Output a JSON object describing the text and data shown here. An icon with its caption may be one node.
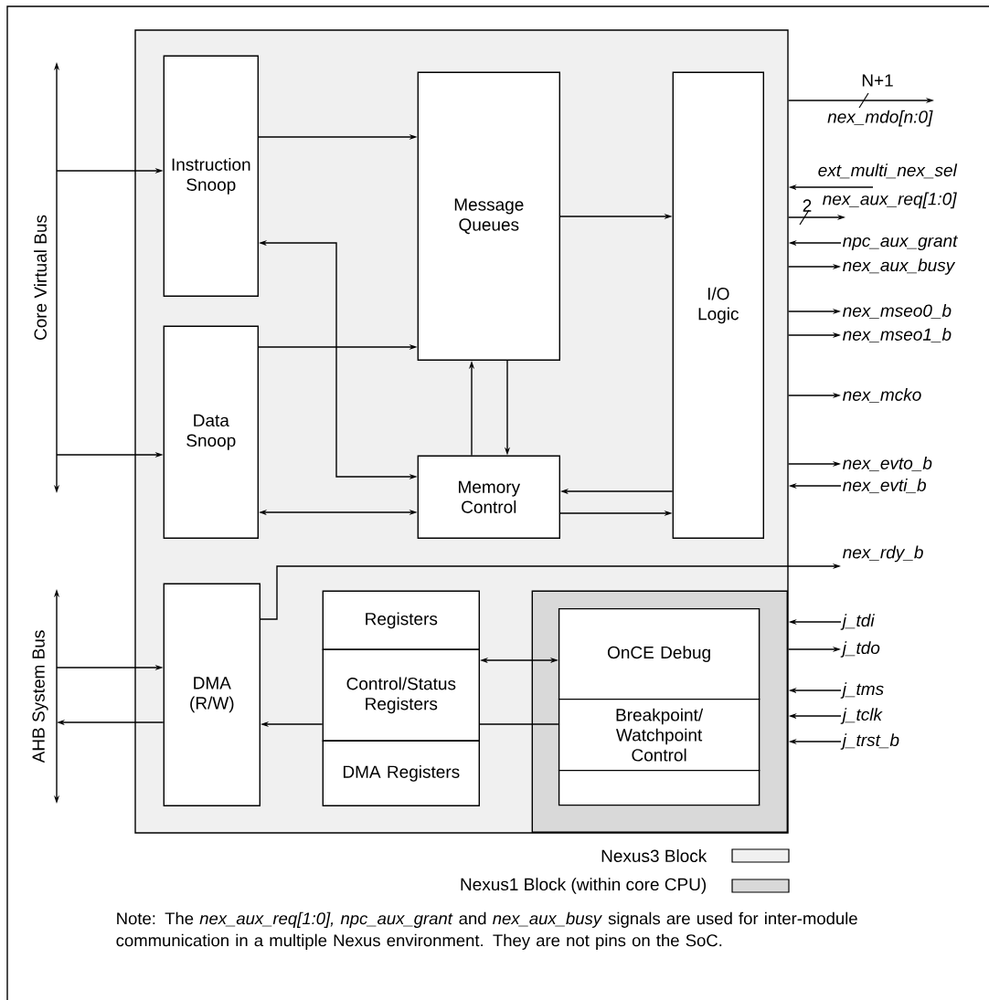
{
  "diagram": {
    "nodes": [
      {
        "text": [
          "Core Virtual Bus"
        ]
      },
      {
        "text": [],
        "shape": "box"
      },
      {
        "text": [
          "Instruction Snoop"
        ],
        "in": 1
      },
      {
        "text": [
          "Message Queues"
        ],
        "in": 1
      },
      {
        "text": [
          "I/O Logic"
        ],
        "in": 1
      },
      {
        "text": [
          "Data Snoop"
        ],
        "in": 1
      },
      {
        "text": [
          "Memory Control"
        ],
        "in": 1
      },
      {
        "text": [
          "AHB System Bus"
        ]
      },
      {
        "text": [
          "DMA (R/W)"
        ],
        "in": 1
      },
      {
        "text": [
          "Registers"
        ],
        "in": 1
      },
      {
        "text": [
          "Control/Status Registers"
        ],
        "in": 1
      },
      {
        "text": [
          "DMA Registers"
        ],
        "in": 1
      },
      {
        "text": [],
        "shape": "box",
        "in": 1
      },
      {
        "text": [
          "OnCE Debug"
        ],
        "in": 12
      },
      {
        "text": [
          "Breakpoint/ Watchpoint Control"
        ],
        "in": 12
      },
      {
        "text": [],
        "shape": "box",
        "in": 12
      },
      {
        "text": [
          "nex_mdo[n:0]"
        ]
      },
      {
        "text": [
          "ext_multi_nex_sel"
        ]
      },
      {
        "text": [
          "nex_aux_req[1:0]"
        ]
      },
      {
        "text": [
          "npc_aux_grant"
        ]
      },
      {
        "text": [
          "nex_aux_busy"
        ]
      },
      {
        "text": [
          "nex_mseo0_b"
        ]
      },
      {
        "text": [
          "nex_mseo1_b"
        ]
      },
      {
        "text": [
          "nex_mcko"
        ]
      },
      {
        "text": [
          "nex_evto_b"
        ]
      },
      {
        "text": [
          "nex_evti_b"
        ]
      },
      {
        "text": [
          "nex_rdy_b"
        ]
      },
      {
        "text": [
          "j_tdi"
        ]
      },
      {
        "text": [
          "j_tdo"
        ]
      },
      {
        "text": [
          "j_tms"
        ]
      },
      {
        "text": [
          "j_tclk"
        ]
      },
      {
        "text": [
          "j_trst_b"
        ]
      }
    ],
    "edges": [
      {
        "from": 0,
        "to": 2,
        "arrow": "to"
      },
      {
        "from": 0,
        "to": 5,
        "arrow": "to"
      },
      {
        "from": 2,
        "to": 3,
        "arrow": "to"
      },
      {
        "from": 3,
        "to": 4,
        "arrow": "to"
      },
      {
        "from": 2,
        "to": 6,
        "arrow": "both"
      },
      {
        "from": 5,
        "to": 3,
        "arrow": "to"
      },
      {
        "from": 6,
        "to": 3,
        "arrow": "to"
      },
      {
        "from": 3,
        "to": 6,
        "arrow": "to"
      },
      {
        "from": 5,
        "to": 6,
        "arrow": "both"
      },
      {
        "from": 4,
        "to": 6,
        "arrow": "to"
      },
      {
        "from": 6,
        "to": 4,
        "arrow": "to"
      },
      {
        "from": 7,
        "to": 8,
        "arrow": "to"
      },
      {
        "from": 8,
        "to": 7,
        "arrow": "to"
      },
      {
        "from": 10,
        "to": 13,
        "arrow": "both"
      },
      {
        "from": 14,
        "to": 10,
        "arrow": "none"
      },
      {
        "from": 8,
        "to": 26,
        "arrow": "to"
      },
      {
        "from": 1,
        "to": 16,
        "arrow": "to",
        "label": "N+1"
      },
      {
        "from": 17,
        "to": 1,
        "arrow": "to"
      },
      {
        "from": 1,
        "to": 18,
        "arrow": "to",
        "label": "2"
      },
      {
        "from": 19,
        "to": 1,
        "arrow": "to"
      },
      {
        "from": 1,
        "to": 20,
        "arrow": "to"
      },
      {
        "from": 1,
        "to": 21,
        "arrow": "to"
      },
      {
        "from": 1,
        "to": 22,
        "arrow": "to"
      },
      {
        "from": 1,
        "to": 23,
        "arrow": "to"
      },
      {
        "from": 1,
        "to": 24,
        "arrow": "to"
      },
      {
        "from": 25,
        "to": 1,
        "arrow": "to"
      },
      {
        "from": 27,
        "to": 1,
        "arrow": "to"
      },
      {
        "from": 1,
        "to": 28,
        "arrow": "to"
      },
      {
        "from": 29,
        "to": 1,
        "arrow": "to"
      },
      {
        "from": 30,
        "to": 1,
        "arrow": "to"
      },
      {
        "from": 31,
        "to": 1,
        "arrow": "to"
      },
      {
        "from": 10,
        "to": 8,
        "arrow": "to"
      }
    ],
    "labels": [
      "Note: The *nex_aux_req[1:0], npc_aux_grant* and *nex_aux_busy* signals are used for inter-module communication in a multiple Nexus environment. They are not pins on the SoC."
    ],
    "legend": [
      {
        "text": "Nexus3 Block",
        "color": "#f0f0f0"
      },
      {
        "text": "Nexus1 Block (within core CPU)",
        "color": "#d9d9d9"
      }
    ]
  }
}
